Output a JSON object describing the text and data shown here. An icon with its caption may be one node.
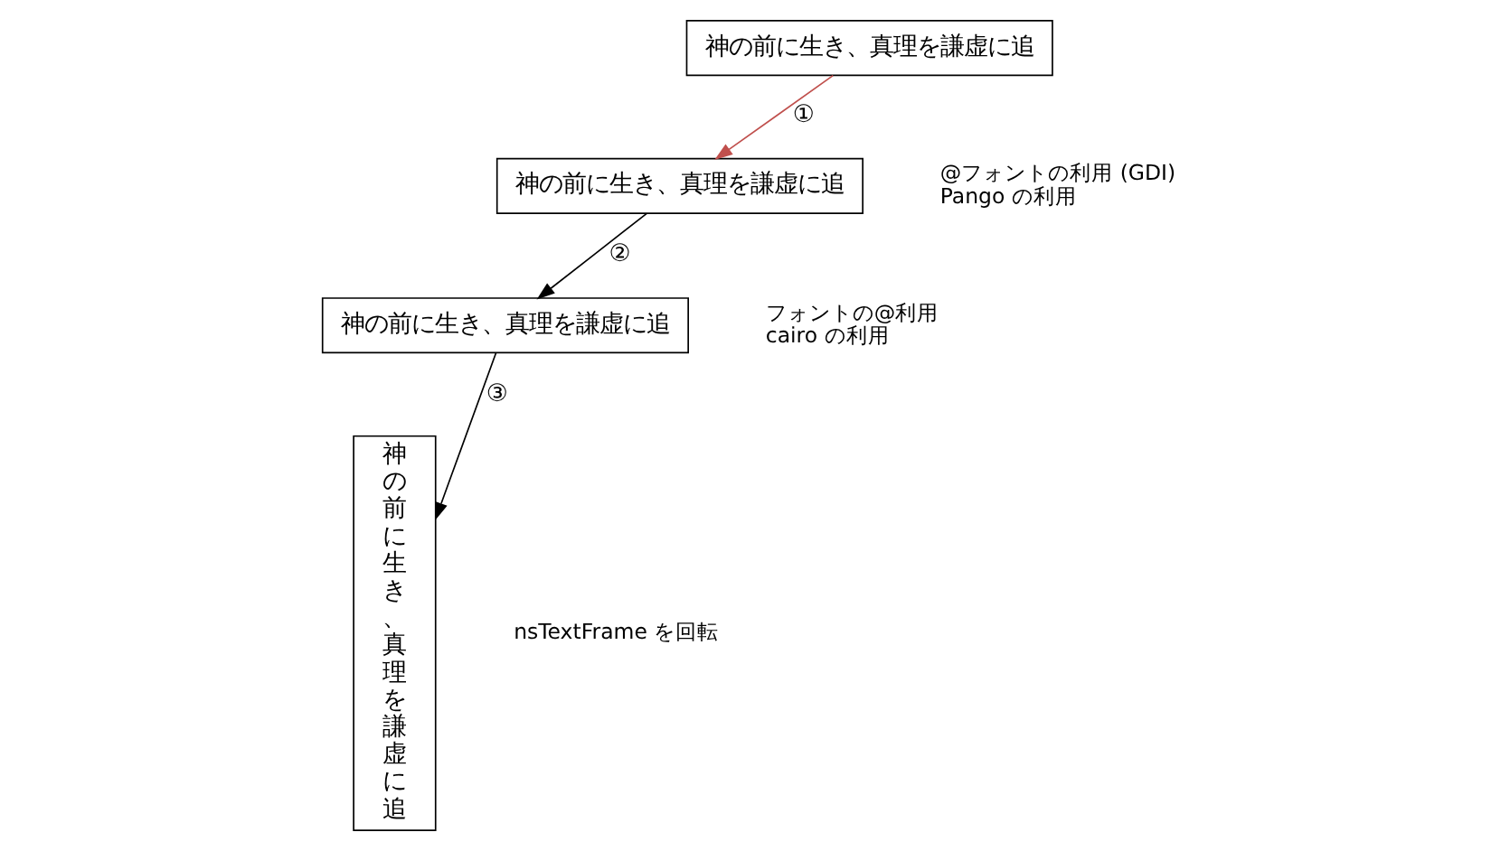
{
  "diagram": {
    "nodes": [
      {
        "text": [
          "神の前に生き、真理を謙虚に追"
        ]
      },
      {
        "text": [
          "神の前に生き、真理を謙虚に追"
        ]
      },
      {
        "text": [
          "神の前に生き、真理を謙虚に追"
        ]
      },
      {
        "text": [
          "神の前に生き、真理を謙虚に追"
        ]
      }
    ],
    "edges": [
      {
        "from": 0,
        "to": 1,
        "arrow": "to",
        "label": "①",
        "color": "#c0504d"
      },
      {
        "from": 1,
        "to": 2,
        "arrow": "to",
        "label": "②"
      },
      {
        "from": 2,
        "to": 3,
        "arrow": "to",
        "label": "③"
      }
    ],
    "labels": [
      "@フォントの利用 (GDI)",
      "Pango の利用",
      "フォントの@利用",
      "cairo の利用",
      "nsTextFrame を回転"
    ]
  }
}
